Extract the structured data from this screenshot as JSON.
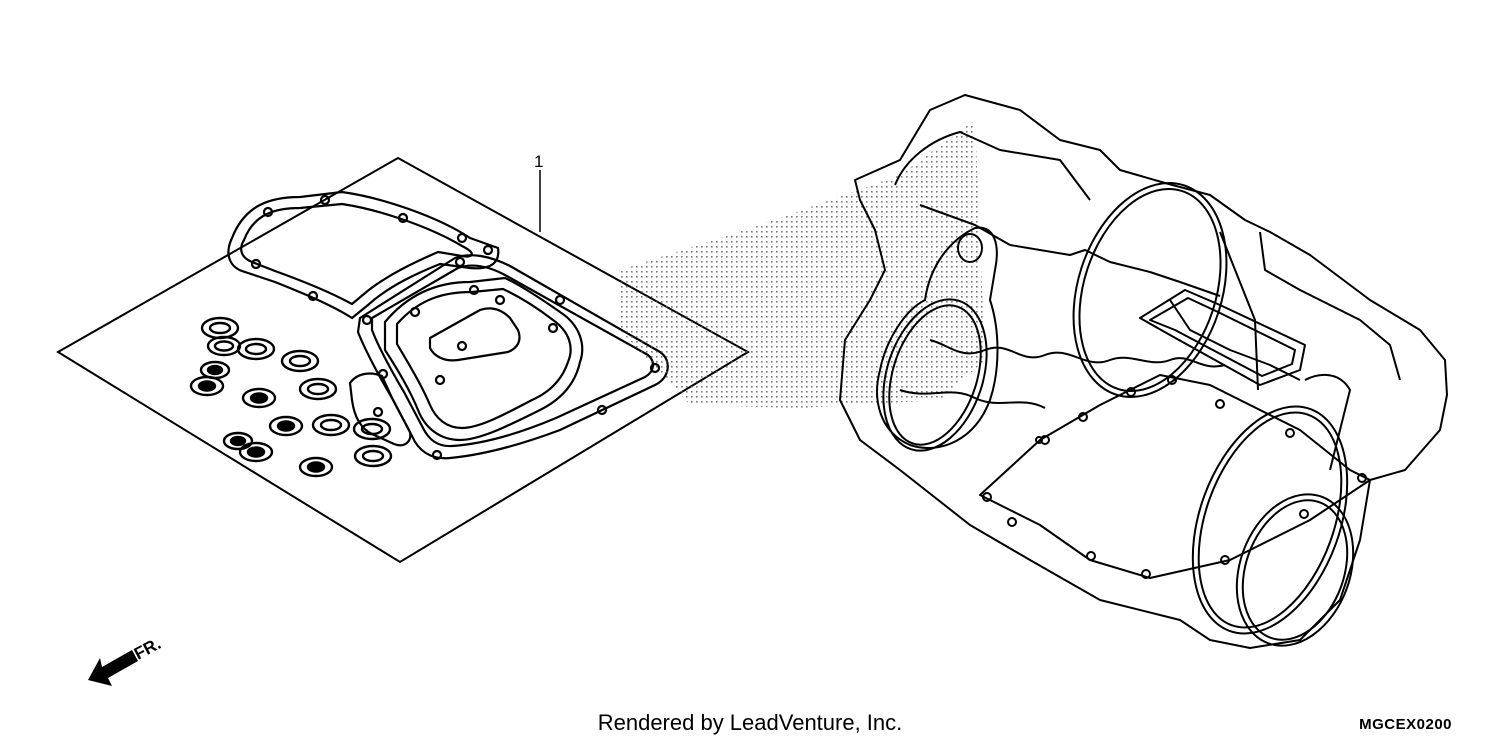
{
  "callouts": [
    {
      "label": "1"
    }
  ],
  "direction_marker": {
    "label": "FR.",
    "icon": "arrow-icon"
  },
  "footer": {
    "credit": "Rendered by LeadVenture, Inc.",
    "code": "MGCEX0200"
  }
}
